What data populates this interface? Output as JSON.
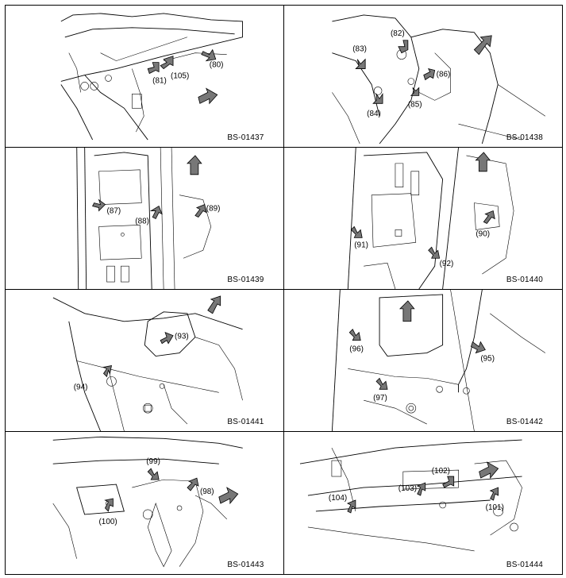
{
  "panels": [
    {
      "code": "BS-01437",
      "labels": [
        "(80)",
        "(81)",
        "(105)"
      ]
    },
    {
      "code": "BS-01438",
      "labels": [
        "(82)",
        "(83)",
        "(84)",
        "(85)",
        "(86)"
      ]
    },
    {
      "code": "BS-01439",
      "labels": [
        "(87)",
        "(88)",
        "(89)"
      ]
    },
    {
      "code": "BS-01440",
      "labels": [
        "(90)",
        "(91)",
        "(92)"
      ]
    },
    {
      "code": "BS-01441",
      "labels": [
        "(93)",
        "(94)"
      ]
    },
    {
      "code": "BS-01442",
      "labels": [
        "(95)",
        "(96)",
        "(97)"
      ]
    },
    {
      "code": "BS-01443",
      "labels": [
        "(98)",
        "(99)",
        "(100)"
      ]
    },
    {
      "code": "BS-01444",
      "labels": [
        "(101)",
        "(102)",
        "(103)",
        "(104)"
      ]
    }
  ]
}
